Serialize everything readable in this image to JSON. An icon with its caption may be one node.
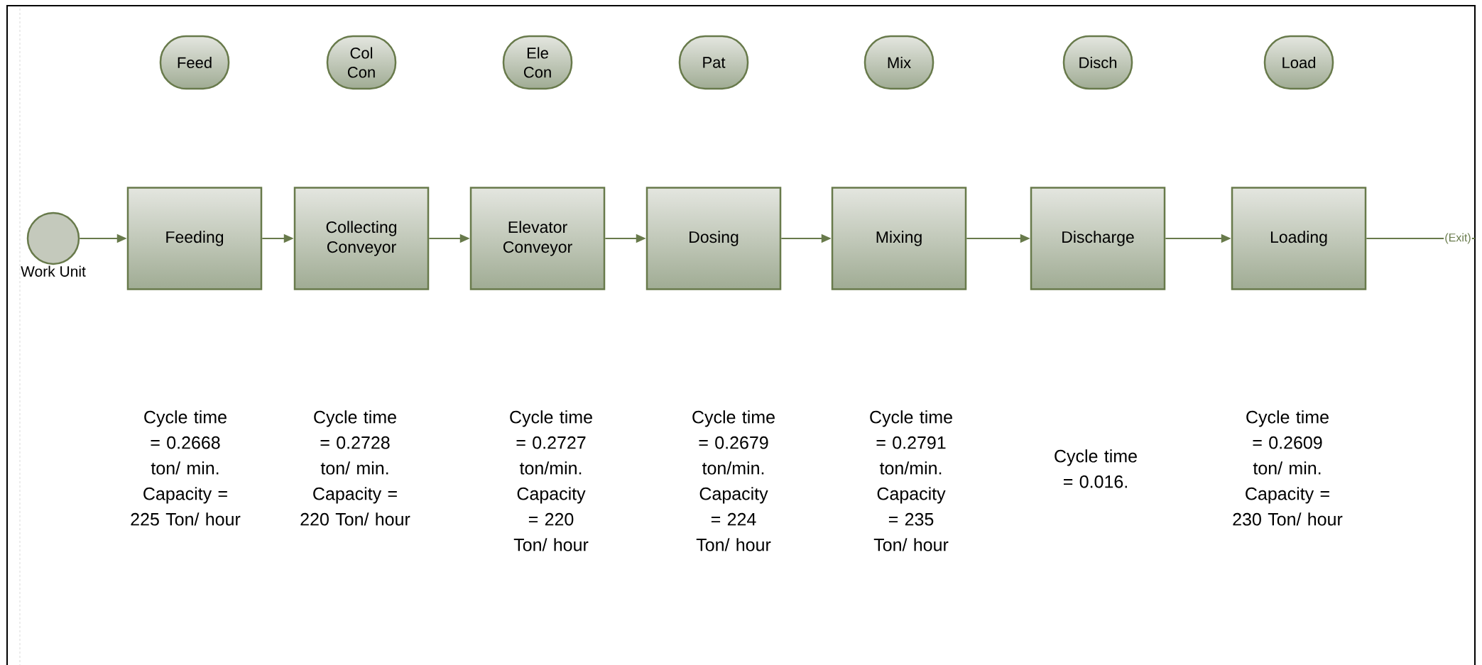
{
  "diagram": {
    "nodes": [
      {
        "text": [],
        "shape": "circle",
        "beside": [
          "Work Unit"
        ]
      },
      {
        "text": [
          "Feeding"
        ]
      },
      {
        "text": [
          "Collecting Conveyor"
        ]
      },
      {
        "text": [
          "Elevator Conveyor"
        ]
      },
      {
        "text": [
          "Dosing"
        ]
      },
      {
        "text": [
          "Mixing"
        ]
      },
      {
        "text": [
          "Discharge"
        ]
      },
      {
        "text": [
          "Loading"
        ]
      },
      {
        "text": [
          "Feed"
        ]
      },
      {
        "text": [
          "Col Con"
        ]
      },
      {
        "text": [
          "Ele Con"
        ]
      },
      {
        "text": [
          "Pat"
        ]
      },
      {
        "text": [
          "Mix"
        ]
      },
      {
        "text": [
          "Disch"
        ]
      },
      {
        "text": [
          "Load"
        ]
      },
      {
        "text": [
          "(Exit)"
        ]
      }
    ],
    "edges": [
      {
        "from": 0,
        "to": 1,
        "arrow": "to"
      },
      {
        "from": 1,
        "to": 2,
        "arrow": "to"
      },
      {
        "from": 2,
        "to": 3,
        "arrow": "to"
      },
      {
        "from": 3,
        "to": 4,
        "arrow": "to"
      },
      {
        "from": 4,
        "to": 5,
        "arrow": "to"
      },
      {
        "from": 5,
        "to": 6,
        "arrow": "to"
      },
      {
        "from": 6,
        "to": 7,
        "arrow": "to"
      },
      {
        "from": 7,
        "to": 15,
        "arrow": "none"
      },
      {
        "from": 15,
        "to": null,
        "arrow": "none"
      }
    ],
    "labels": [
      "Cycle time = 0.2668 ton/ min. Capacity = 225 Ton/ hour",
      "Cycle time = 0.2728 ton/ min. Capacity = 220 Ton/ hour",
      "Cycle time = 0.2727 ton/min. Capacity = 220 Ton/ hour",
      "Cycle time = 0.2679 ton/min. Capacity = 224 Ton/ hour",
      "Cycle time = 0.2791 ton/min. Capacity = 235 Ton/ hour",
      "Cycle time = 0.016.",
      "Cycle time = 0.2609 ton/ min. Capacity = 230 Ton/ hour"
    ]
  }
}
